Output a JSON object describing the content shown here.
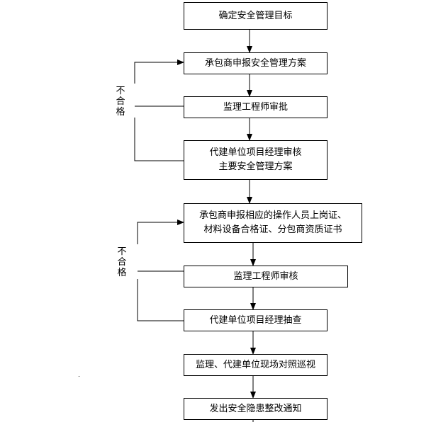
{
  "flow": {
    "steps": [
      {
        "lines": [
          "确定安全管理目标"
        ]
      },
      {
        "lines": [
          "承包商申报安全管理方案"
        ]
      },
      {
        "lines": [
          "监理工程师审批"
        ]
      },
      {
        "lines": [
          "代建单位项目经理审核",
          "主要安全管理方案"
        ]
      },
      {
        "lines": [
          "承包商申报相应的操作人员上岗证、",
          "材料设备合格证、分包商资质证书"
        ]
      },
      {
        "lines": [
          "监理工程师审核"
        ]
      },
      {
        "lines": [
          "代建单位项目经理抽查"
        ]
      },
      {
        "lines": [
          "监理、代建单位现场对照巡视"
        ]
      },
      {
        "lines": [
          "发出安全隐患整改通知"
        ]
      }
    ],
    "loop_labels": [
      {
        "chars": [
          "不",
          "合",
          "格"
        ]
      },
      {
        "chars": [
          "不",
          "合",
          "格"
        ]
      }
    ]
  }
}
